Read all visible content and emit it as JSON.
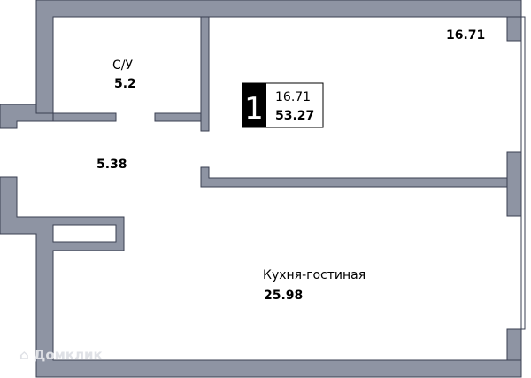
{
  "apartment": {
    "rooms_count": "1",
    "living_area": "16.71",
    "total_area": "53.27"
  },
  "rooms": {
    "bathroom": {
      "name": "С/У",
      "area": "5.2"
    },
    "bedroom": {
      "area": "16.71"
    },
    "hallway": {
      "area": "5.38"
    },
    "kitchen_living": {
      "name": "Кухня-гостиная",
      "area": "25.98"
    }
  },
  "watermark": "Домклик",
  "colors": {
    "wall": "#8e94a3",
    "outline": "#3a3f52"
  }
}
